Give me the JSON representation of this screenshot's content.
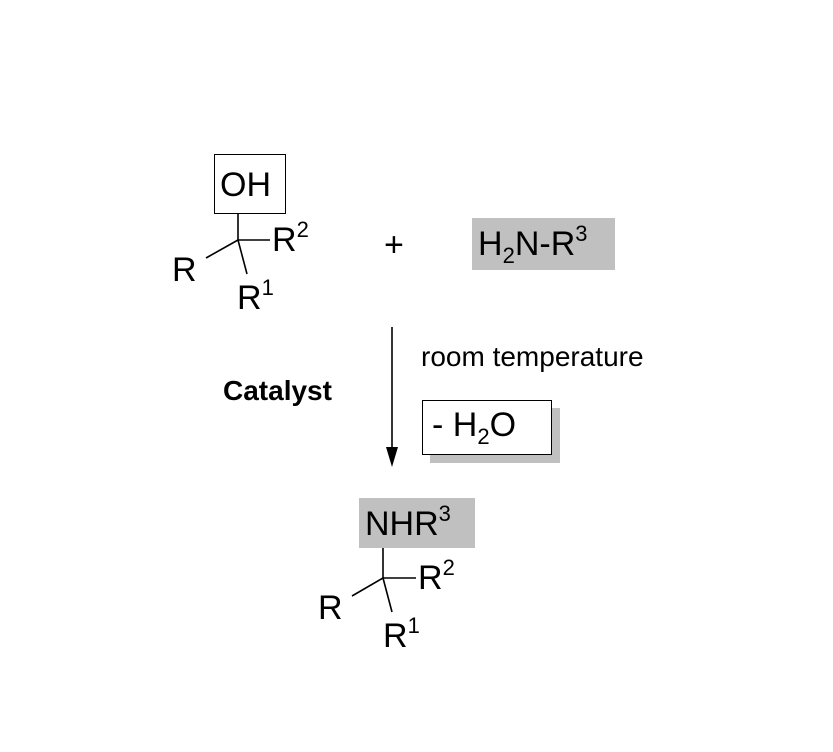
{
  "reactant_alcohol": {
    "oh": "OH",
    "r": "R",
    "r1_base": "R",
    "r1_sup": "1",
    "r2_base": "R",
    "r2_sup": "2"
  },
  "plus": "+",
  "amine": {
    "h": "H",
    "h_sub": "2",
    "rest": "N-R",
    "r_sup": "3"
  },
  "conditions": {
    "temperature": "room temperature",
    "catalyst": "Catalyst",
    "water_prefix": "- H",
    "water_sub": "2",
    "water_suffix": "O"
  },
  "product": {
    "nhr": "NHR",
    "nhr_sup": "3",
    "r": "R",
    "r1_base": "R",
    "r1_sup": "1",
    "r2_base": "R",
    "r2_sup": "2"
  }
}
